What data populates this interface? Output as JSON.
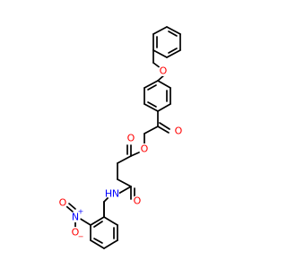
{
  "colors": {
    "bond": "#000000",
    "oxygen": "#ff0000",
    "nitrogen": "#0000ff",
    "background": "#ffffff"
  },
  "atoms": {
    "ether_oxygen": {
      "label": "O",
      "element": "oxygen"
    },
    "ketone_oxygen": {
      "label": "O",
      "element": "oxygen"
    },
    "ester_ring_oxygen": {
      "label": "O",
      "element": "oxygen"
    },
    "ester_carbonyl_oxygen": {
      "label": "O",
      "element": "oxygen"
    },
    "amide_oxygen": {
      "label": "O",
      "element": "oxygen"
    },
    "amide_nitrogen": {
      "label": "N",
      "element": "nitrogen"
    },
    "amide_hydrogen": {
      "label": "H",
      "element": "nitrogen"
    },
    "nitro_nitrogen": {
      "label": "N",
      "charge": "+",
      "element": "nitrogen"
    },
    "nitro_oxygen_double": {
      "label": "O",
      "element": "oxygen"
    },
    "nitro_oxygen_single": {
      "label": "O",
      "charge": "−",
      "element": "oxygen"
    }
  }
}
